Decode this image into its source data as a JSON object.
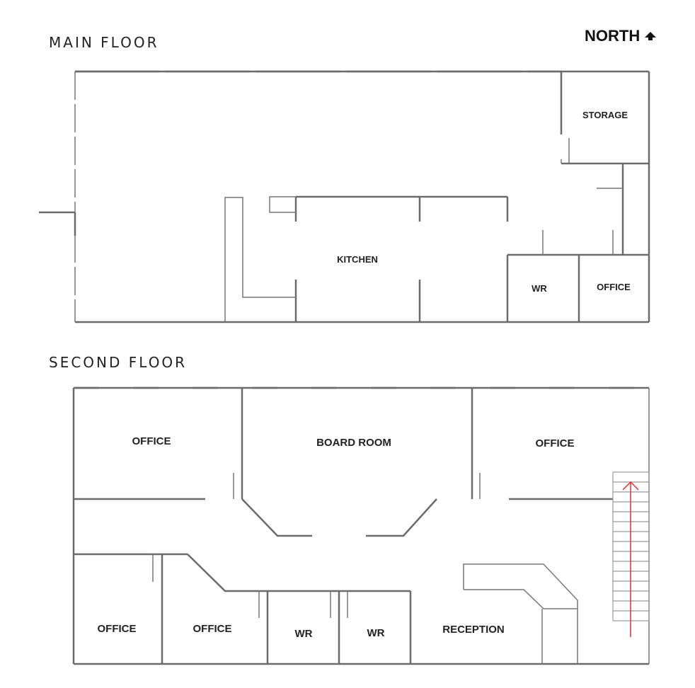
{
  "main_floor": {
    "title": "MAIN FLOOR",
    "rooms": {
      "storage": "STORAGE",
      "kitchen": "KITCHEN",
      "wr": "WR",
      "office": "OFFICE"
    }
  },
  "second_floor": {
    "title": "SECOND FLOOR",
    "rooms": {
      "office_nw": "OFFICE",
      "board_room": "BOARD ROOM",
      "office_ne": "OFFICE",
      "office_sw1": "OFFICE",
      "office_sw2": "OFFICE",
      "wr1": "WR",
      "wr2": "WR",
      "reception": "RECEPTION"
    }
  },
  "north": {
    "label": "NORTH",
    "icon": "up-arrow-icon"
  },
  "colors": {
    "walls": "#6b6b6b",
    "stair_arrow": "#e03030"
  }
}
